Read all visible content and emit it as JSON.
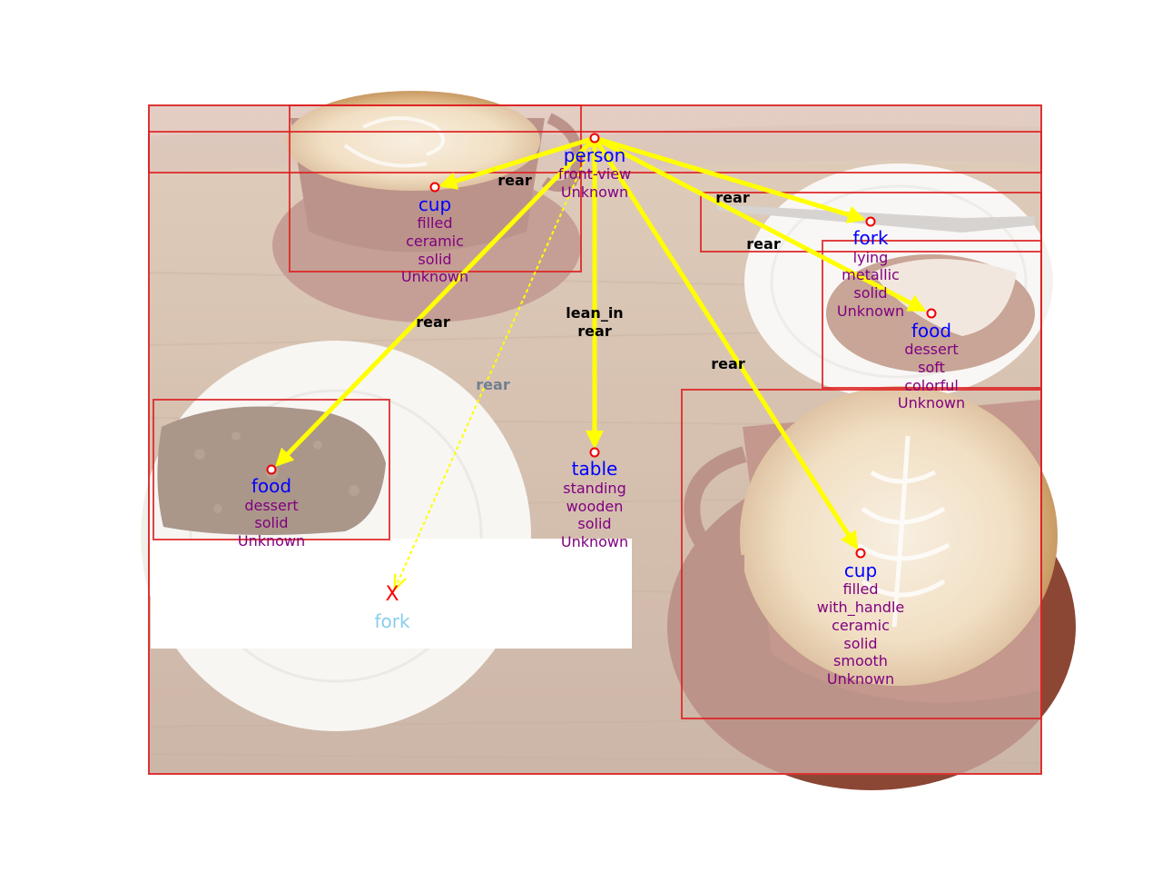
{
  "colors": {
    "object_label": "#0000ff",
    "attribute_label": "#800080",
    "relation_label": "#000000",
    "box": "#dd2222",
    "arrow": "#ffff00",
    "missing_marker": "#ff0000",
    "missing_label": "#87ceeb"
  },
  "objects": {
    "person": {
      "name": "person",
      "attrs": [
        "front-view",
        "Unknown"
      ]
    },
    "cup_top": {
      "name": "cup",
      "attrs": [
        "filled",
        "ceramic",
        "solid",
        "Unknown"
      ]
    },
    "fork": {
      "name": "fork",
      "attrs": [
        "lying",
        "metallic",
        "solid",
        "Unknown"
      ]
    },
    "food_right": {
      "name": "food",
      "attrs": [
        "dessert",
        "soft",
        "colorful",
        "Unknown"
      ]
    },
    "food_left": {
      "name": "food",
      "attrs": [
        "dessert",
        "solid",
        "Unknown"
      ]
    },
    "table": {
      "name": "table",
      "attrs": [
        "standing",
        "wooden",
        "solid",
        "Unknown"
      ]
    },
    "cup_bottom": {
      "name": "cup",
      "attrs": [
        "filled",
        "with_handle",
        "ceramic",
        "solid",
        "smooth",
        "Unknown"
      ]
    }
  },
  "relations": {
    "to_cup_top": "rear",
    "to_fork": "rear",
    "to_food_right": "rear",
    "to_food_left": "rear",
    "to_table_1": "lean_in",
    "to_table_2": "rear",
    "to_cup_bottom": "rear",
    "to_missing_fork": "rear"
  },
  "missing": {
    "marker": "X",
    "label": "fork"
  }
}
